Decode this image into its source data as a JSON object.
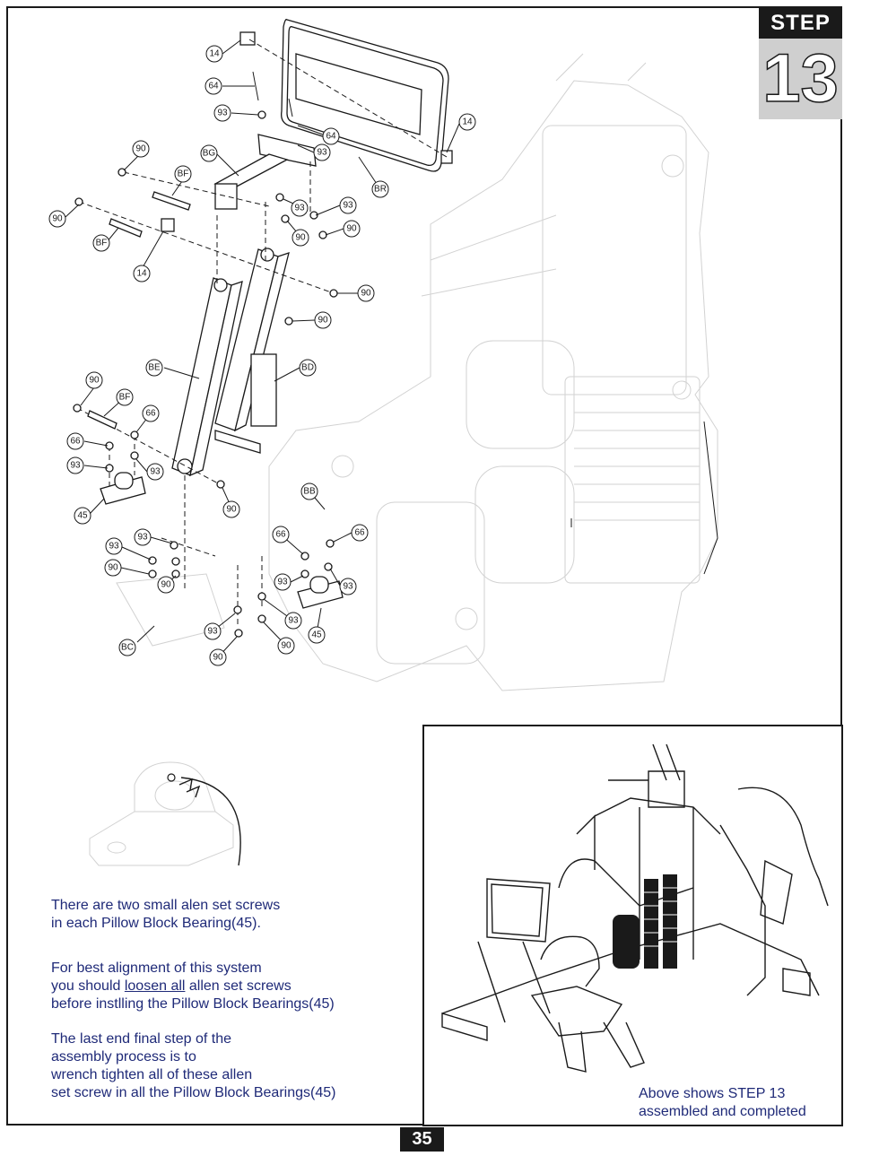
{
  "step": {
    "label": "STEP",
    "number": "13"
  },
  "callouts": {
    "c14a": "14",
    "c64a": "64",
    "c93a": "93",
    "c64b": "64",
    "c14b": "14",
    "c90a": "90",
    "cBGa": "BG",
    "c93b": "93",
    "cBR": "BR",
    "cBFa": "BF",
    "c90b": "90",
    "c93c": "93",
    "c93d": "93",
    "cBFb": "BF",
    "c90c": "90",
    "c90d": "90",
    "c14c": "14",
    "c90e": "90",
    "c90f": "90",
    "cBE": "BE",
    "cBD": "BD",
    "c90g": "90",
    "cBFc": "BF",
    "c66a": "66",
    "c66b": "66",
    "c93e": "93",
    "c93f": "93",
    "c45a": "45",
    "c90h": "90",
    "cBB": "BB",
    "c93g": "93",
    "c93h": "93",
    "c90i": "90",
    "c90j": "90",
    "c66c": "66",
    "c66d": "66",
    "c93i": "93",
    "c93j": "93",
    "c93k": "93",
    "c93l": "93",
    "c45b": "45",
    "cBC": "BC",
    "c90k": "90",
    "c90l": "90"
  },
  "notes": {
    "n1_l1": "There are two small alen set screws",
    "n1_l2": "in each Pillow Block Bearing(45).",
    "n2_l1": "For best alignment of this system",
    "n2_l2a": "you should ",
    "n2_l2b": "loosen all",
    "n2_l2c": " allen set screws",
    "n2_l3": "before instlling the Pillow Block Bearings(45)",
    "n3_l1": "The last end final step of the",
    "n3_l2": "assembly process is to",
    "n3_l3": "wrench tighten all of these allen",
    "n3_l4": "set screw in all the Pillow Block Bearings(45)"
  },
  "inset": {
    "caption_l1": "Above shows STEP 13",
    "caption_l2": "assembled and completed"
  },
  "page_number": "35"
}
